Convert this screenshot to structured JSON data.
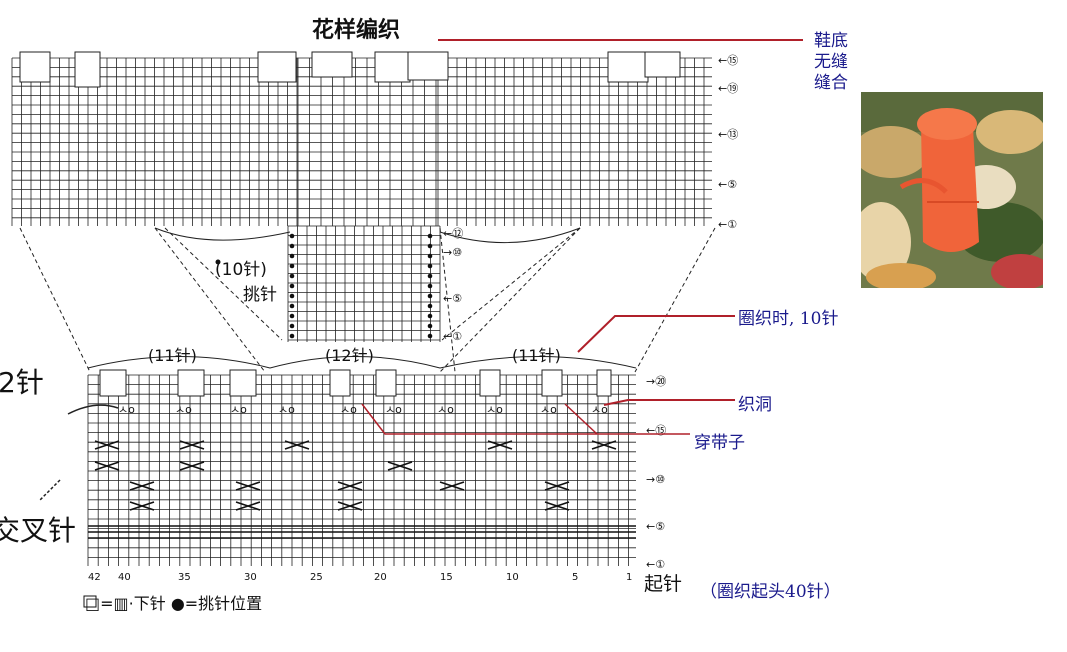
{
  "title": "花样编织",
  "annotations": {
    "sole": [
      "鞋底",
      "无缝",
      "缝合"
    ],
    "round_knit": "圈织时, 10针",
    "eyelet": "织洞",
    "ribbon": "穿带子",
    "cast_on": "（圈织起头40针）"
  },
  "chart": {
    "top_row_labels": [
      "←⑮",
      "←⑲",
      "←⑬",
      "←⑤",
      "←①"
    ],
    "middle_row_labels": [
      "←⑫",
      "→⑩",
      "←⑤",
      "←①"
    ],
    "pickup": [
      "(10针)",
      "挑针"
    ],
    "count_labels": [
      "(11针)",
      "(12针)",
      "(11针)"
    ],
    "bottom_row_labels": [
      "→⑳",
      "←⑮",
      "→⑩",
      "←⑤",
      "←①"
    ],
    "bottom_axis": [
      "42",
      "40",
      "35",
      "30",
      "25",
      "20",
      "15",
      "10",
      "5",
      "1"
    ],
    "cast_on_label": "起针",
    "legend": "□=▥·下针 ●=挑针位置",
    "left_notes": [
      "2针",
      "交叉针"
    ]
  },
  "colors": {
    "annotation_line": "#b0202a",
    "annotation_text": "#1a1a8c"
  }
}
